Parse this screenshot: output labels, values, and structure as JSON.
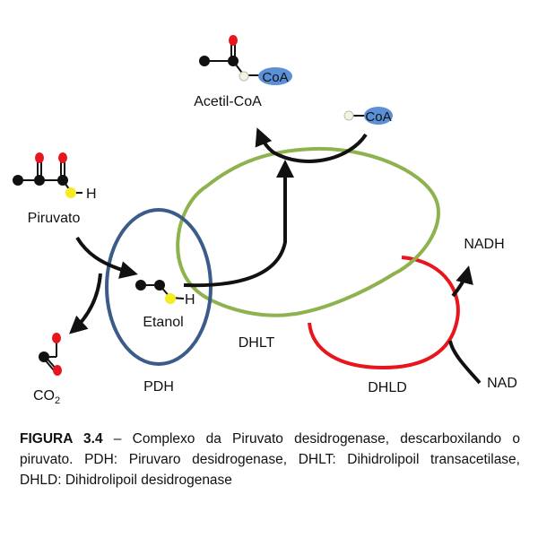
{
  "diagram": {
    "acetyl_coa": "Acetil-CoA",
    "coa_top": "CoA",
    "coa_right": "CoA",
    "piruvato": "Piruvato",
    "piruvato_h": "H",
    "etanol": "Etanol",
    "etanol_h": "H",
    "co2_base": "CO",
    "co2_sub": "2",
    "pdh": "PDH",
    "dhlt": "DHLT",
    "dhld": "DHLD",
    "nadh": "NADH",
    "nad": "NAD",
    "colors": {
      "pdh_ring": "#3B5B8A",
      "dhlt_ring": "#8DB24E",
      "dhld_ring": "#E8161C",
      "oxygen": "#E8161C",
      "sulfur": "#F5EB1E",
      "carbon": "#111111",
      "coa_fill": "#5B8FD6"
    }
  },
  "caption": {
    "label": "FIGURA 3.4",
    "dash": " – ",
    "text": "Complexo da Piruvato desidrogenase, descarboxilando o piruvato. PDH: Piruvaro desidrogenase, DHLT: Dihidrolipoil transacetilase, DHLD: Dihidrolipoil desidrogenase"
  }
}
